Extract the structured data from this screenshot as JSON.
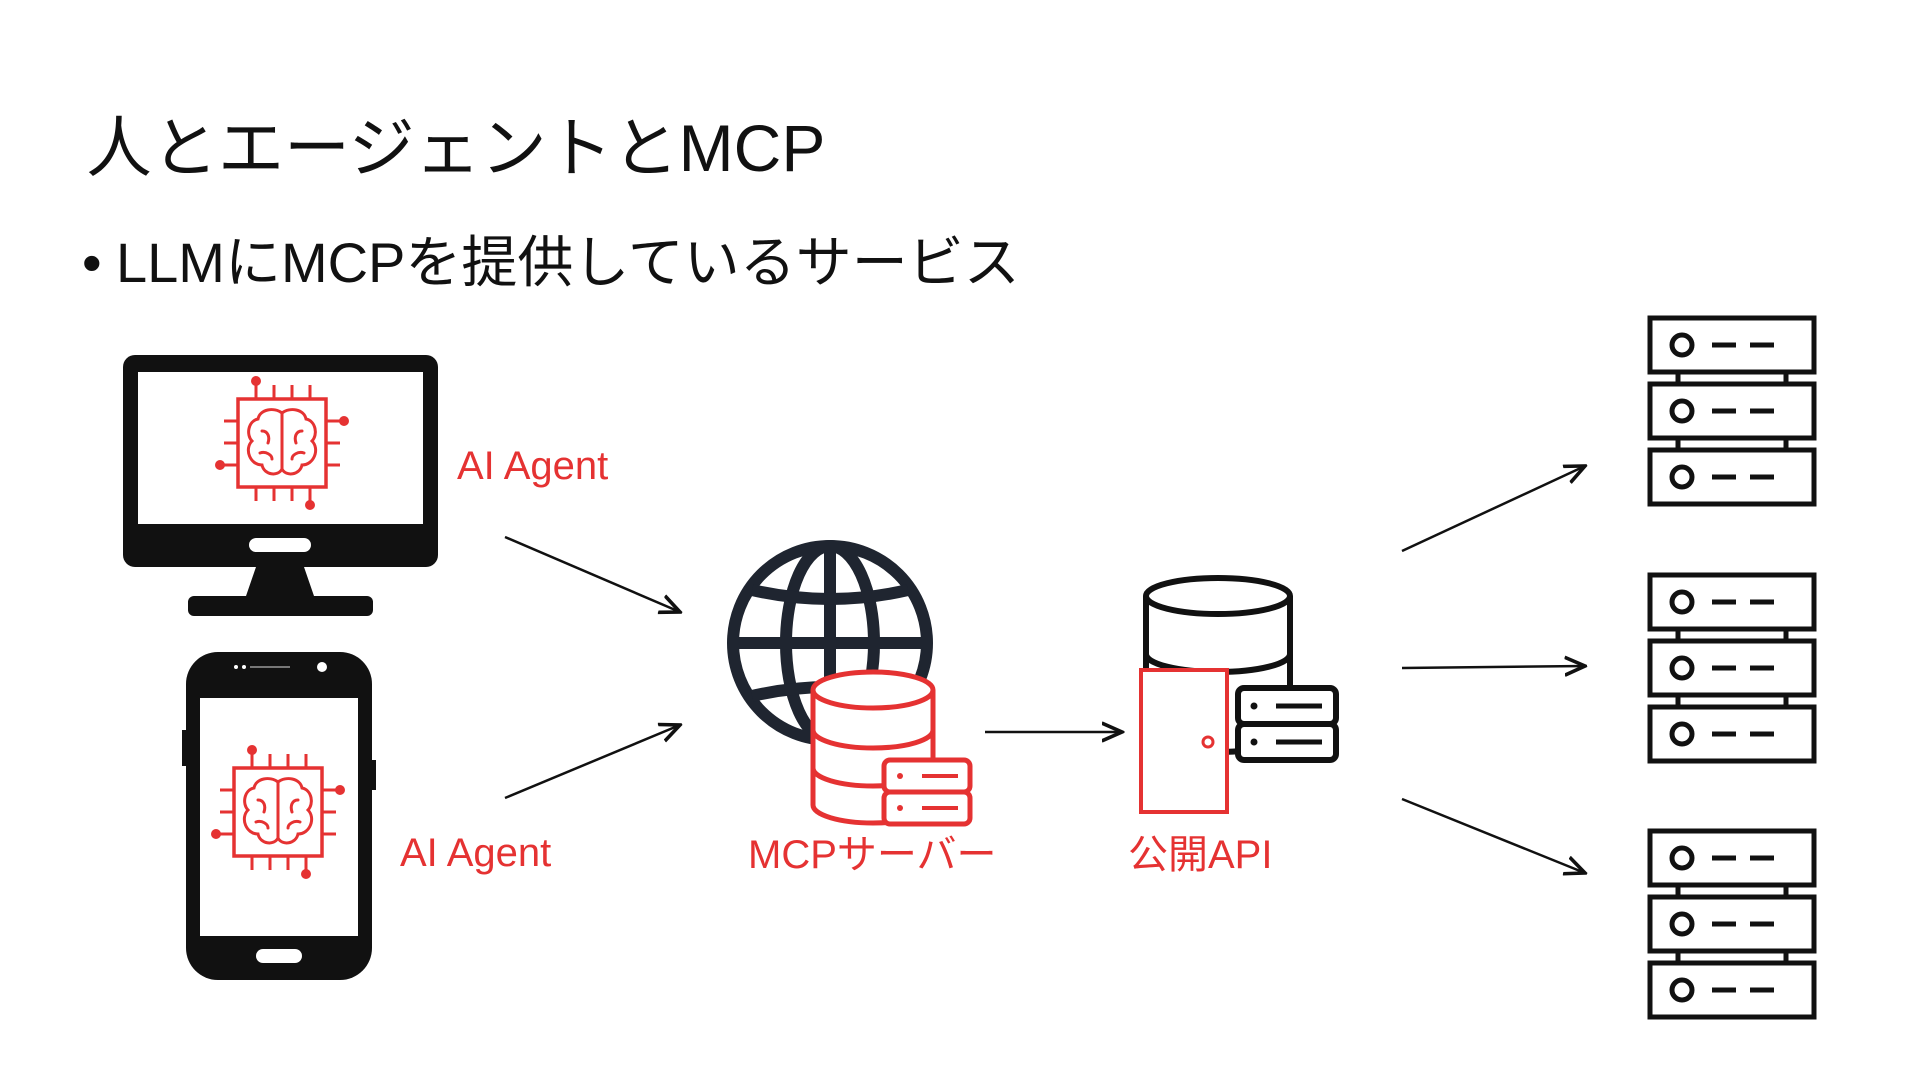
{
  "slide": {
    "title": "人とエージェントとMCP",
    "bullet_text": "LLMにMCPを提供しているサービス"
  },
  "diagram": {
    "nodes": {
      "desktop_agent_label": "AI Agent",
      "phone_agent_label": "AI Agent",
      "mcp_server_label": "MCPサーバー",
      "public_api_label": "公開API"
    },
    "icons": {
      "desktop": "desktop-monitor-icon",
      "phone": "smartphone-icon",
      "ai_chip": "ai-brain-chip-icon",
      "globe": "globe-icon",
      "database": "database-server-icon",
      "door": "door-icon",
      "server_rack": "server-rack-icon"
    },
    "backend_server_count": 3
  },
  "colors": {
    "accent": "#e53232",
    "ink": "#111111",
    "globe": "#1f2530"
  }
}
